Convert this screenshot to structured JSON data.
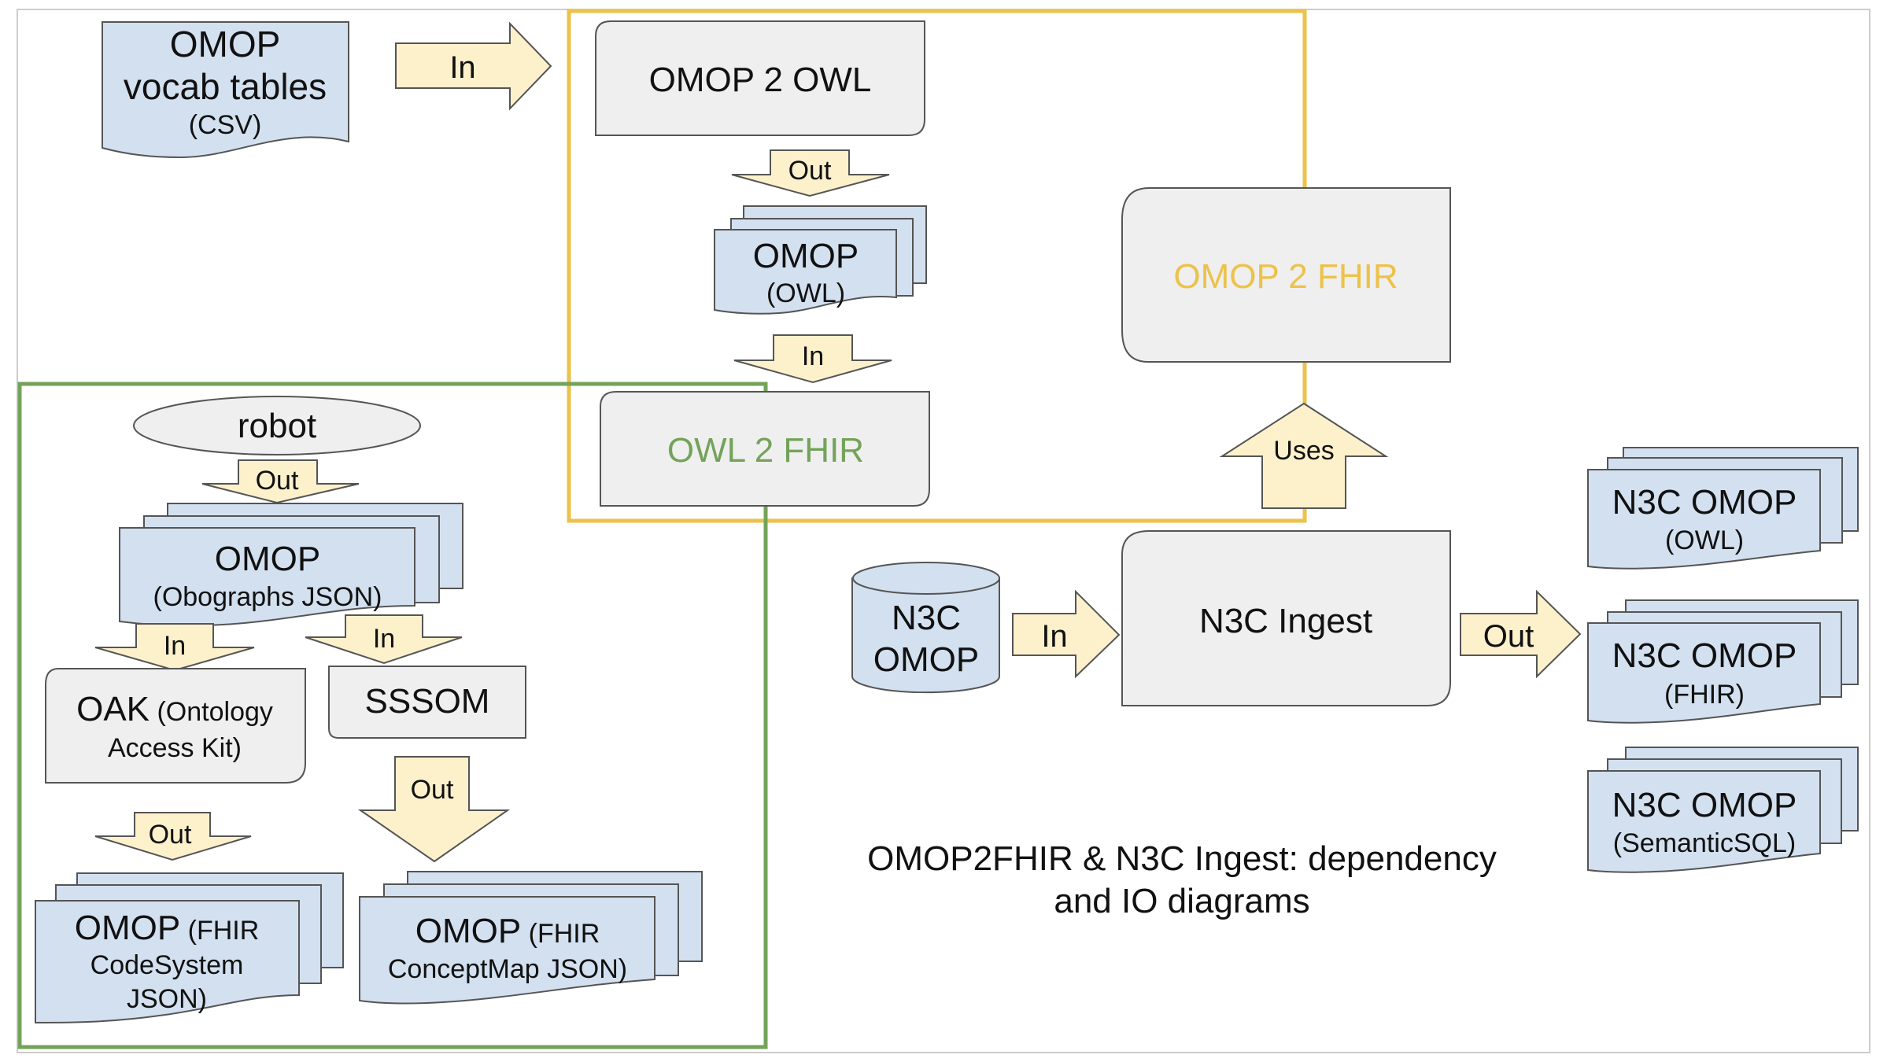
{
  "colors": {
    "owl_box_border": "#ecc24a",
    "oak_box_border": "#73a35a",
    "omop2fhir_text": "#ecc24a",
    "owl2fhir_text": "#73a35a",
    "document_fill": "#d3e0f0",
    "process_fill": "#efefef",
    "arrow_fill": "#fdf1cc"
  },
  "nodes": {
    "omop_vocab": {
      "line1": "OMOP",
      "line2": "vocab tables",
      "line3": "(CSV)"
    },
    "omop2owl": {
      "label": "OMOP 2 OWL"
    },
    "omop_owl": {
      "line1": "OMOP",
      "line2": "(OWL)"
    },
    "owl2fhir": {
      "label": "OWL 2 FHIR"
    },
    "omop2fhir": {
      "label": "OMOP 2 FHIR"
    },
    "robot": {
      "label": "robot"
    },
    "omop_obographs": {
      "line1": "OMOP",
      "line2": "(Obographs JSON)"
    },
    "oak": {
      "big": "OAK",
      "small": " (Ontology",
      "line2": "Access Kit)"
    },
    "sssom": {
      "label": "SSSOM"
    },
    "omop_codesystem": {
      "big": "OMOP",
      "small": " (FHIR",
      "line2": "CodeSystem",
      "line3": "JSON)"
    },
    "omop_conceptmap": {
      "big": "OMOP",
      "small": " (FHIR",
      "line2": "ConceptMap JSON)"
    },
    "n3c_omop_db": {
      "line1": "N3C",
      "line2": "OMOP"
    },
    "n3c_ingest": {
      "label": "N3C Ingest"
    },
    "n3c_out_owl": {
      "line1": "N3C OMOP",
      "line2": "(OWL)"
    },
    "n3c_out_fhir": {
      "line1": "N3C OMOP",
      "line2": "(FHIR)"
    },
    "n3c_out_sql": {
      "line1": "N3C OMOP",
      "line2": "(SemanticSQL)"
    }
  },
  "arrows": {
    "vocab_in": "In",
    "omop2owl_out": "Out",
    "owl_in": "In",
    "uses": "Uses",
    "robot_out": "Out",
    "oak_in": "In",
    "sssom_in": "In",
    "oak_out": "Out",
    "sssom_out": "Out",
    "n3c_in": "In",
    "n3c_out": "Out"
  },
  "caption": {
    "line1": "OMOP2FHIR & N3C Ingest: dependency",
    "line2": "and IO diagrams"
  }
}
